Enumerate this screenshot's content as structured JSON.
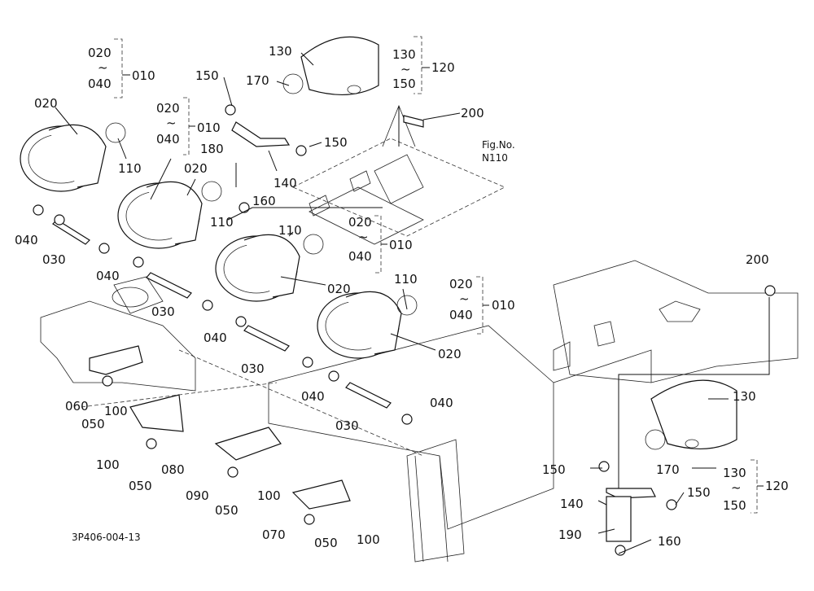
{
  "labels": {
    "l010": "010",
    "l020": "020",
    "l030": "030",
    "l040": "040",
    "l050": "050",
    "l060": "060",
    "l070": "070",
    "l080": "080",
    "l090": "090",
    "l100": "100",
    "l110": "110",
    "l120": "120",
    "l130": "130",
    "l140": "140",
    "l150": "150",
    "l160": "160",
    "l170": "170",
    "l180": "180",
    "l190": "190",
    "l200": "200",
    "tilde": "~"
  },
  "figref": {
    "line1": "Fig.No.",
    "line2": "N110"
  },
  "drawing_code": "3P406-004-13"
}
